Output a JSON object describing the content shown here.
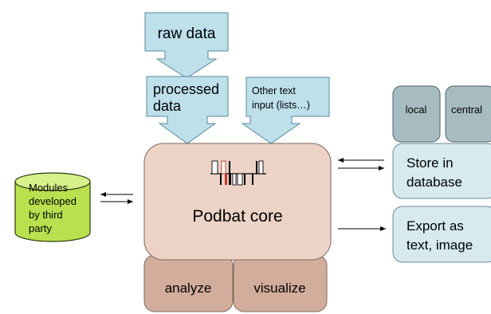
{
  "diagram": {
    "inputs": {
      "raw_data": "raw data",
      "processed_data_line1": "processed",
      "processed_data_line2": "data",
      "other_text_line1": "Other text",
      "other_text_line2": "input (lists…)"
    },
    "core": {
      "label": "Podbat core"
    },
    "core_tabs": {
      "analyze": "analyze",
      "visualize": "visualize"
    },
    "third_party": {
      "line1": "Modules",
      "line2": "developed",
      "line3": "by third",
      "line4": "party"
    },
    "storage": {
      "local": "local",
      "central": "central"
    },
    "outputs": {
      "store_line1": "Store in",
      "store_line2": "database",
      "export_line1": "Export as",
      "export_line2": "text, image"
    },
    "colors": {
      "arrow_fill": "#bde0ea",
      "arrow_stroke": "#5a8a99",
      "core_fill": "#ecd3c6",
      "core_stroke": "#7a6a60",
      "tab_fill": "#d3ad9c",
      "cylinder_fill": "#b8e04f",
      "cylinder_top": "#d6f08a",
      "db_small_fill": "#a7bcc1",
      "output_fill": "#d6eaf0"
    }
  }
}
